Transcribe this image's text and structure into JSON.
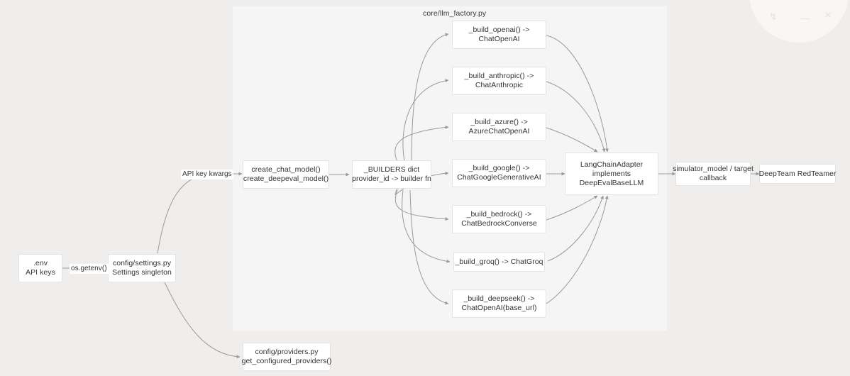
{
  "diagram": {
    "type": "flowchart",
    "direction": "left-to-right",
    "background_color": "#efeeec",
    "subgraph_background_color": "#f5f5f5",
    "node_fill_color": "#ffffff",
    "node_border_color": "#e4e4e4",
    "text_color": "#333333",
    "edge_color": "#999999"
  },
  "subgraph": {
    "title": "core/llm_factory.py"
  },
  "nodes": {
    "env": {
      "line1": ".env",
      "line2": "API keys"
    },
    "settings": {
      "line1": "config/settings.py",
      "line2": "Settings singleton"
    },
    "providers": {
      "line1": "config/providers.py",
      "line2": "get_configured_providers()"
    },
    "create_model": {
      "line1": "create_chat_model()",
      "line2": "create_deepeval_model()"
    },
    "builders_dict": {
      "line1": "_BUILDERS dict",
      "line2": "provider_id -> builder fn"
    },
    "build_openai": {
      "line1": "_build_openai() ->",
      "line2": "ChatOpenAI"
    },
    "build_anthropic": {
      "line1": "_build_anthropic() ->",
      "line2": "ChatAnthropic"
    },
    "build_azure": {
      "line1": "_build_azure() ->",
      "line2": "AzureChatOpenAI"
    },
    "build_google": {
      "line1": "_build_google() ->",
      "line2": "ChatGoogleGenerativeAI"
    },
    "build_bedrock": {
      "line1": "_build_bedrock() ->",
      "line2": "ChatBedrockConverse"
    },
    "build_groq": {
      "line1": "_build_groq() -> ChatGroq",
      "line2": ""
    },
    "build_deepseek": {
      "line1": "_build_deepseek() ->",
      "line2": "ChatOpenAI(base_url)"
    },
    "adapter": {
      "line1": "LangChainAdapter",
      "line2": "implements",
      "line3": "DeepEvalBaseLLM"
    },
    "simulator": {
      "line1": "simulator_model / target",
      "line2": "callback"
    },
    "redteamer": {
      "line1": "DeepTeam RedTeamer",
      "line2": ""
    }
  },
  "edge_labels": {
    "os_getenv": "os.getenv()",
    "api_key_kwargs": "API key kwargs"
  }
}
